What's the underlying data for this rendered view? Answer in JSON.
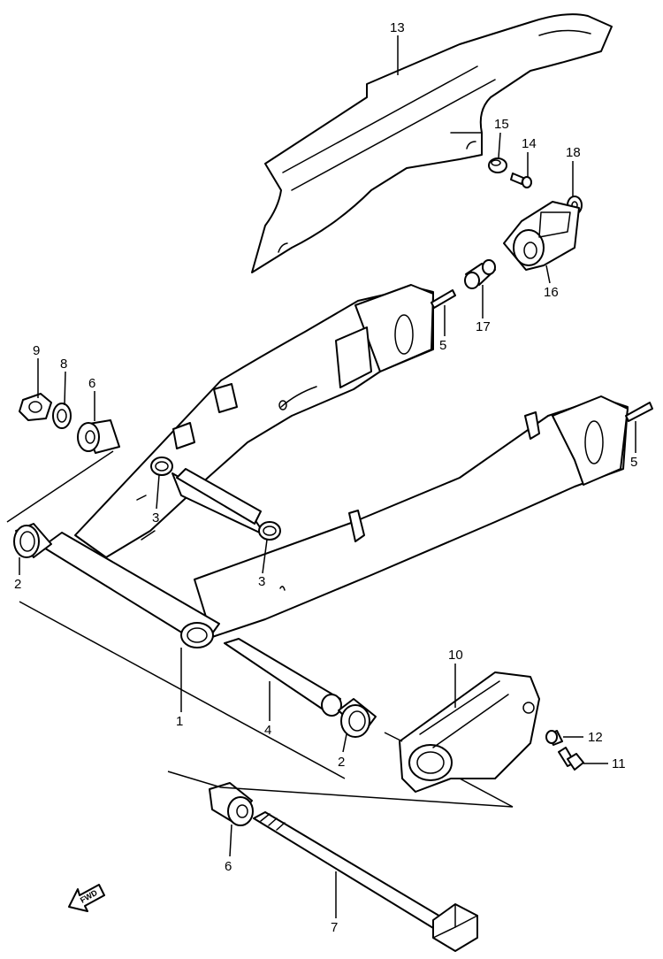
{
  "diagram": {
    "callouts": [
      {
        "id": "c1",
        "label": "1"
      },
      {
        "id": "c2a",
        "label": "2"
      },
      {
        "id": "c2b",
        "label": "2"
      },
      {
        "id": "c3a",
        "label": "3"
      },
      {
        "id": "c3b",
        "label": "3"
      },
      {
        "id": "c4",
        "label": "4"
      },
      {
        "id": "c5a",
        "label": "5"
      },
      {
        "id": "c5b",
        "label": "5"
      },
      {
        "id": "c6a",
        "label": "6"
      },
      {
        "id": "c6b",
        "label": "6"
      },
      {
        "id": "c7",
        "label": "7"
      },
      {
        "id": "c8",
        "label": "8"
      },
      {
        "id": "c9",
        "label": "9"
      },
      {
        "id": "c10",
        "label": "10"
      },
      {
        "id": "c11",
        "label": "11"
      },
      {
        "id": "c12",
        "label": "12"
      },
      {
        "id": "c13",
        "label": "13"
      },
      {
        "id": "c14",
        "label": "14"
      },
      {
        "id": "c15",
        "label": "15"
      },
      {
        "id": "c16",
        "label": "16"
      },
      {
        "id": "c17",
        "label": "17"
      },
      {
        "id": "c18",
        "label": "18"
      }
    ],
    "direction_label": "FWD"
  }
}
